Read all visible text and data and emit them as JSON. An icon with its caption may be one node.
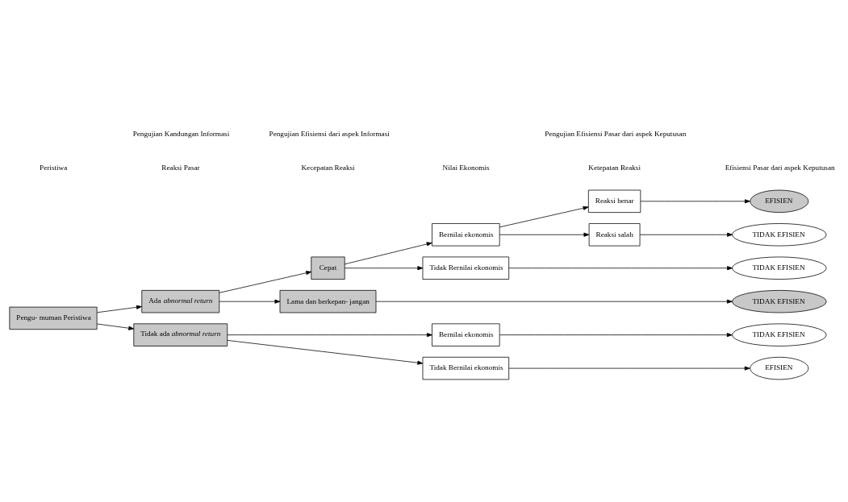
{
  "diagram": {
    "nodes": [
      {
        "text": [
          "Pengu- muman Peristiwa"
        ]
      },
      {
        "text": [
          "Ada *abnormal return*"
        ]
      },
      {
        "text": [
          "Tidak ada *abnormal return*"
        ]
      },
      {
        "text": [
          "Cepat"
        ]
      },
      {
        "text": [
          "Lama dan berkepan- jangan"
        ]
      },
      {
        "text": [
          "Bernilai ekonomis"
        ]
      },
      {
        "text": [
          "Tidak Bernilai ekonomis"
        ]
      },
      {
        "text": [
          "Bernilai ekonomis"
        ]
      },
      {
        "text": [
          "Tidak Bernilai ekonomis"
        ]
      },
      {
        "text": [
          "Reaksi benar"
        ]
      },
      {
        "text": [
          "Reaksi salah"
        ]
      },
      {
        "text": [
          "EFISIEN"
        ]
      },
      {
        "text": [
          "TIDAK EFISIEN"
        ]
      },
      {
        "text": [
          "TIDAK EFISIEN"
        ]
      },
      {
        "text": [
          "TIDAK EFISIEN"
        ]
      },
      {
        "text": [
          "TIDAK EFISIEN"
        ]
      },
      {
        "text": [
          "EFISIEN"
        ]
      }
    ],
    "edges": [
      {
        "from": 0,
        "to": 1,
        "arrow": "to"
      },
      {
        "from": 0,
        "to": 2,
        "arrow": "to"
      },
      {
        "from": 1,
        "to": 3,
        "arrow": "to"
      },
      {
        "from": 1,
        "to": 4,
        "arrow": "to"
      },
      {
        "from": 3,
        "to": 5,
        "arrow": "to"
      },
      {
        "from": 3,
        "to": 6,
        "arrow": "to"
      },
      {
        "from": 5,
        "to": 9,
        "arrow": "to"
      },
      {
        "from": 5,
        "to": 10,
        "arrow": "to"
      },
      {
        "from": 9,
        "to": 11,
        "arrow": "to"
      },
      {
        "from": 10,
        "to": 12,
        "arrow": "to"
      },
      {
        "from": 6,
        "to": 13,
        "arrow": "to"
      },
      {
        "from": 4,
        "to": 14,
        "arrow": "to"
      },
      {
        "from": 2,
        "to": 7,
        "arrow": "to"
      },
      {
        "from": 2,
        "to": 8,
        "arrow": "to"
      },
      {
        "from": 7,
        "to": 15,
        "arrow": "to"
      },
      {
        "from": 8,
        "to": 16,
        "arrow": "to"
      }
    ],
    "labels": [
      "Pengujian Kandungan Informasi",
      "Pengujian Efisiensi dari aspek Informasi",
      "Pengujian Efisiensi Pasar dari aspek Keputusan",
      "Peristiwa",
      "Reaksi Pasar",
      "Kecepatan Reaksi",
      "Nilai Ekonomis",
      "Ketepatan Reaksi",
      "Efisiensi Pasar dari aspek Keputusan"
    ]
  }
}
